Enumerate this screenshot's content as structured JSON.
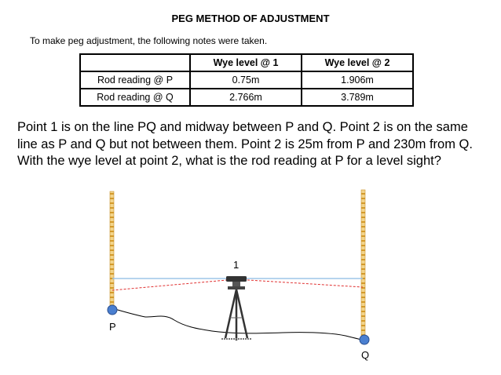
{
  "title": "PEG METHOD OF ADJUSTMENT",
  "intro": "To make peg adjustment, the following notes were taken.",
  "table": {
    "headers": [
      "",
      "Wye level @ 1",
      "Wye level @ 2"
    ],
    "rows": [
      [
        "Rod reading @ P",
        "0.75m",
        "1.906m"
      ],
      [
        "Rod reading @ Q",
        "2.766m",
        "3.789m"
      ]
    ]
  },
  "problem_text": "Point 1 is on the line PQ and midway between P and Q. Point 2 is on the same line as P and Q but not between them. Point 2 is 25m from P and 230m from Q. With the wye level at point 2, what is the rod reading at P for a level sight?",
  "diagram": {
    "label_p": "P",
    "label_q": "Q",
    "label_1": "1",
    "colors": {
      "rod": "#e8b54a",
      "point": "#4a7fd0",
      "level_line": "#9ec6e8",
      "sight_line": "#e03030"
    }
  }
}
